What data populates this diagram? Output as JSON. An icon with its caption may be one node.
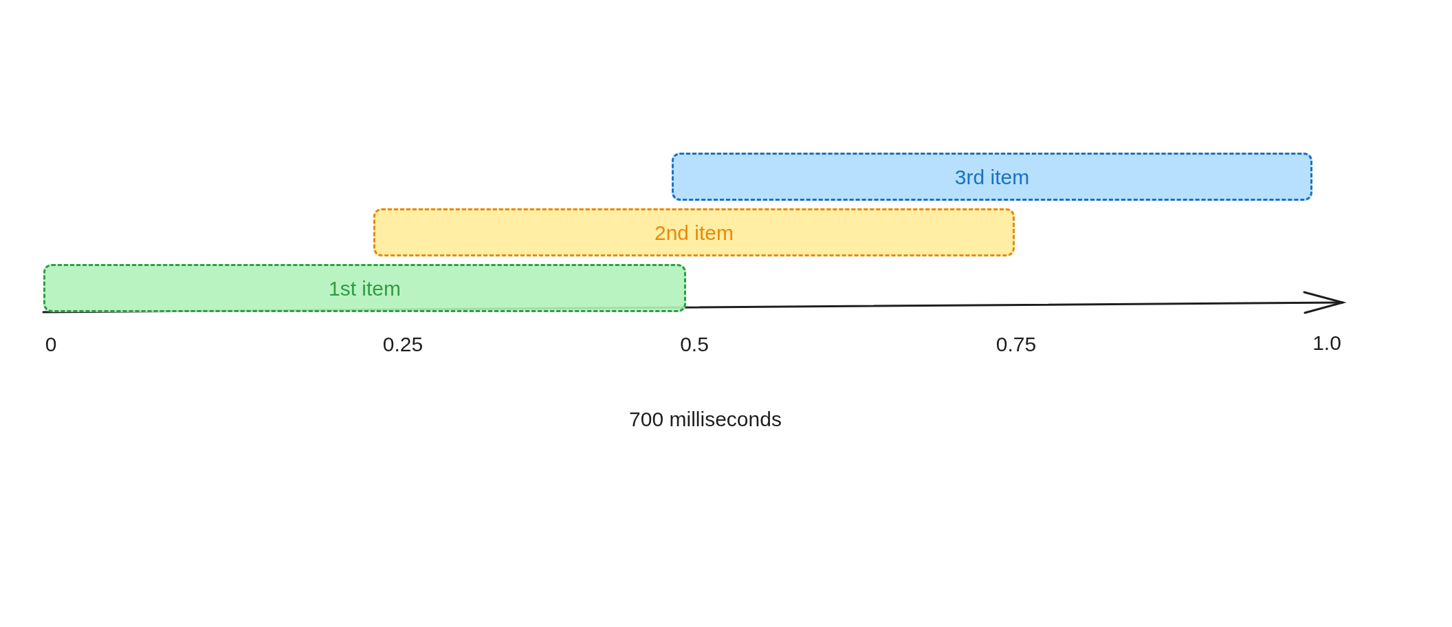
{
  "diagram": {
    "nodes": [
      {
        "text": [
          "3rd item"
        ]
      },
      {
        "text": [
          "2nd item"
        ]
      },
      {
        "text": [
          "1st item"
        ]
      }
    ],
    "labels": [
      "0",
      "0.25",
      "0.5",
      "0.75",
      "1.0",
      "700 milliseconds"
    ]
  }
}
